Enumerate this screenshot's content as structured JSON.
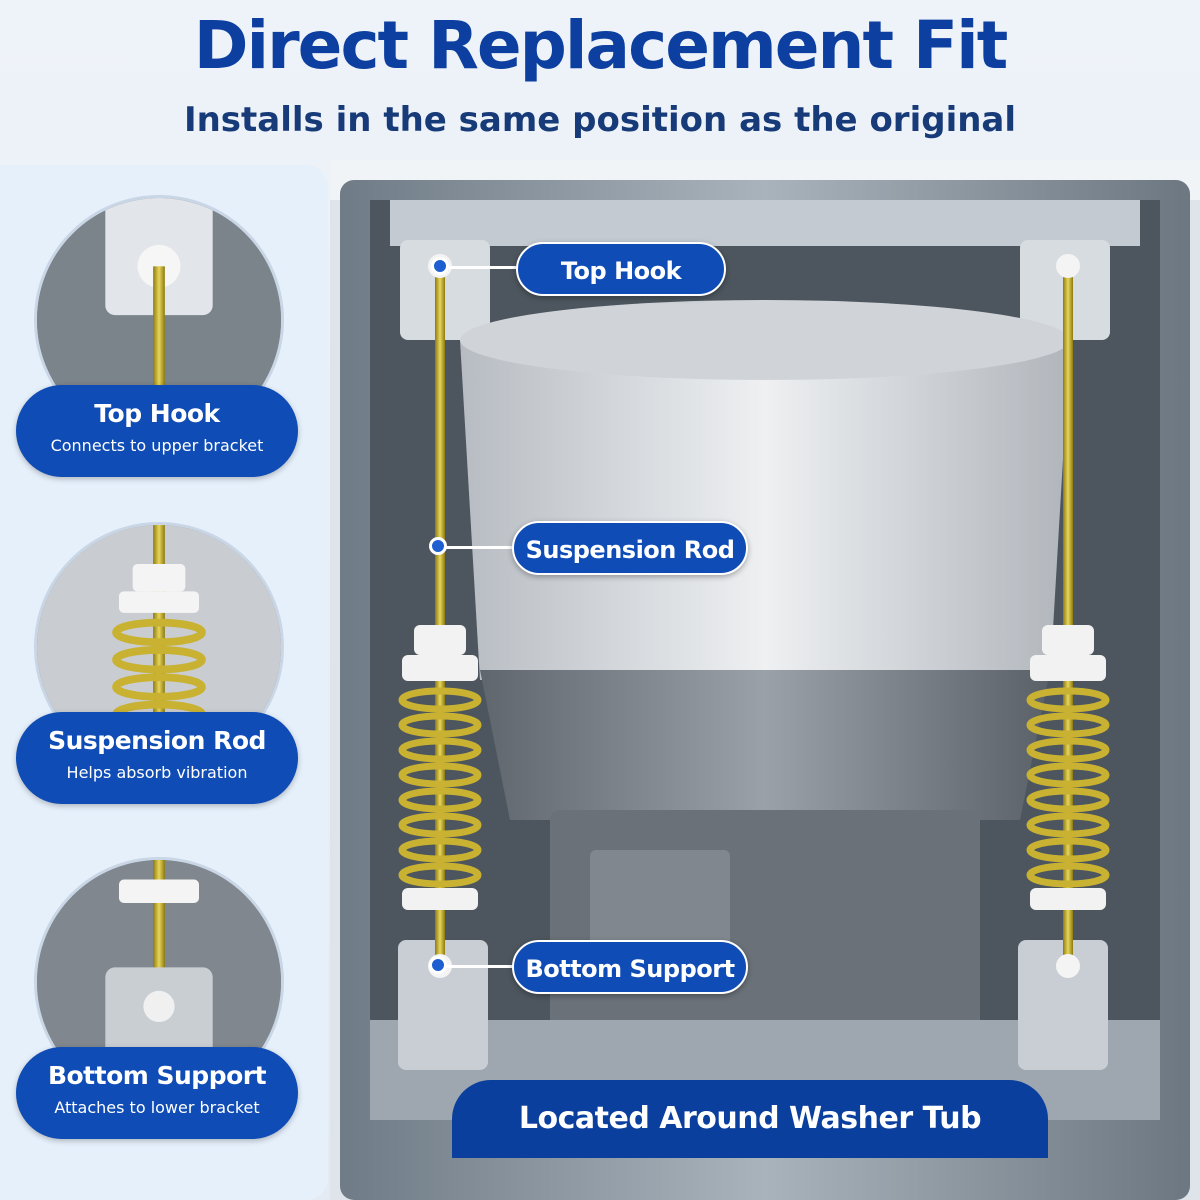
{
  "header": {
    "title": "Direct Replacement Fit",
    "subtitle": "Installs in the same position as the original"
  },
  "details": [
    {
      "title": "Top Hook",
      "description": "Connects to upper bracket",
      "icon": "top-hook-closeup"
    },
    {
      "title": "Suspension Rod",
      "description": "Helps absorb vibration",
      "icon": "spring-closeup"
    },
    {
      "title": "Bottom Support",
      "description": "Attaches to lower bracket",
      "icon": "bottom-bracket-closeup"
    }
  ],
  "callouts": {
    "top_hook": "Top Hook",
    "suspension_rod": "Suspension Rod",
    "bottom_support": "Bottom Support"
  },
  "footer": {
    "banner": "Located Around Washer Tub"
  },
  "colors": {
    "brand_blue": "#0f4cb5",
    "title_blue": "#0d3fa0",
    "rod_gold": "#c9b232",
    "panel_bg": "#e6f0fb"
  }
}
